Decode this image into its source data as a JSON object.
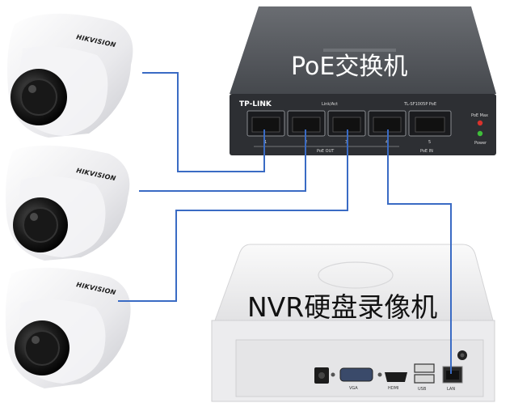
{
  "diagram": {
    "switch": {
      "label": "PoE交换机",
      "brand": "TP-LINK",
      "model": "TL-SF1005P PoE",
      "link_act": "Link/Act",
      "poe_out": "PoE OUT",
      "poe_in": "PoE IN",
      "poe_max": "PoE Max",
      "power": "Power",
      "port_numbers": [
        "1",
        "2",
        "3",
        "4",
        "5"
      ]
    },
    "cameras": [
      {
        "brand": "HIKVISION"
      },
      {
        "brand": "HIKVISION"
      },
      {
        "brand": "HIKVISION"
      }
    ],
    "nvr": {
      "label": "NVR硬盘录像机",
      "port_labels": [
        "VGA",
        "HDMI",
        "USB",
        "LAN"
      ]
    },
    "colors": {
      "cable": "#3a6bc4",
      "switch_body": "#4a4d52",
      "nvr_body": "#f2f2f2",
      "led_red": "#d8322c",
      "led_green": "#3fbf3a"
    }
  }
}
